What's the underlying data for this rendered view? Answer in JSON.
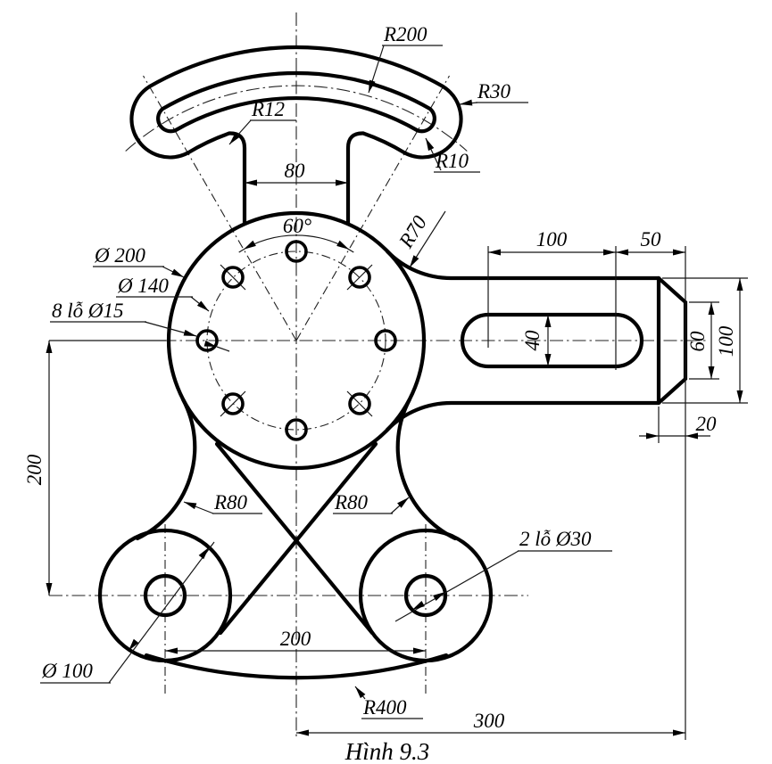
{
  "figure": {
    "caption": "Hình 9.3"
  },
  "dims": {
    "r200": "R200",
    "r30": "R30",
    "r12": "R12",
    "r10": "R10",
    "neck_width": "80",
    "angle": "60°",
    "dia200": "Ø 200",
    "dia140": "Ø 140",
    "holes8": "8 lỗ Ø15",
    "r70": "R70",
    "arm_len1": "100",
    "arm_len2": "50",
    "slot_width": "40",
    "end_width": "60",
    "arm_height": "100",
    "chamfer_len": "20",
    "left_height": "200",
    "r80_left": "R80",
    "r80_right": "R80",
    "holes2": "2 lỗ Ø30",
    "dia100": "Ø 100",
    "bottom_span": "200",
    "r400": "R400",
    "total_width": "300"
  },
  "colors": {
    "line": "#000000",
    "background": "#ffffff"
  }
}
